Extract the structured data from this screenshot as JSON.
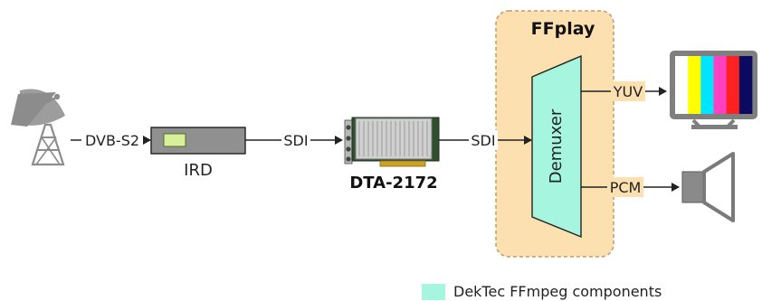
{
  "colors": {
    "ffplay_fill": "#fde0b0",
    "ffplay_border": "#c09a6a",
    "component_fill": "#a6f5df",
    "ird_fill": "#909090",
    "ird_window": "#d8f09a",
    "line": "#222222",
    "dish": "#8c8c8c",
    "tv_frame": "#7f7f7f"
  },
  "icons": {
    "satellite": "satellite-dish-icon",
    "pcie_card": "pcie-card-icon",
    "monitor": "tv-monitor-icon",
    "speaker": "speaker-icon"
  },
  "tv_color_bars": [
    "#ffffff",
    "#ffff00",
    "#00e5ff",
    "#ff40c0",
    "#ff2020",
    "#0a0a60"
  ],
  "labels": {
    "dvb_s2": "DVB-S2",
    "ird": "IRD",
    "sdi_1": "SDI",
    "dta": "DTA-2172",
    "sdi_2": "SDI",
    "ffplay": "FFplay",
    "demuxer": "Demuxer",
    "yuv": "YUV",
    "pcm": "PCM"
  },
  "legend": {
    "text": "DekTec FFmpeg components"
  }
}
